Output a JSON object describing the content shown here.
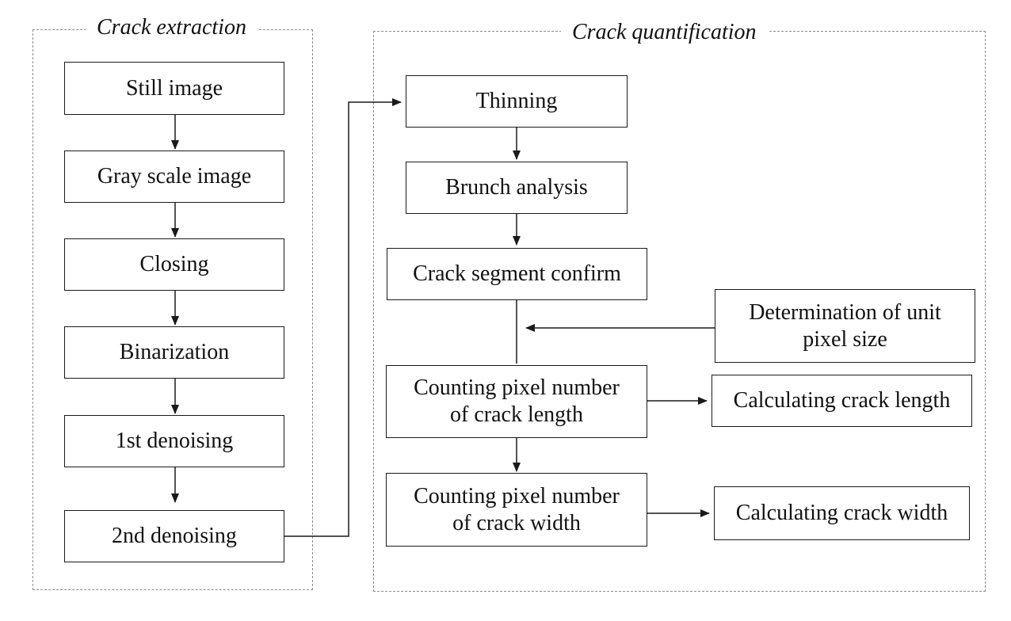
{
  "groups": {
    "extraction": {
      "title": "Crack extraction"
    },
    "quantification": {
      "title": "Crack quantification"
    }
  },
  "nodes": {
    "still_image": "Still image",
    "gray_scale_image": "Gray scale image",
    "closing": "Closing",
    "binarization": "Binarization",
    "first_denoising": "1st denoising",
    "second_denoising": "2nd denoising",
    "thinning": "Thinning",
    "brunch_analysis": "Brunch analysis",
    "crack_segment_confirm": "Crack segment confirm",
    "unit_pixel_size": {
      "line1": "Determination of unit",
      "line2": "pixel size"
    },
    "count_length": {
      "line1": "Counting pixel number",
      "line2": "of crack length"
    },
    "count_width": {
      "line1": "Counting pixel number",
      "line2": "of crack width"
    },
    "calc_length": "Calculating crack length",
    "calc_width": "Calculating crack width"
  },
  "edges": [
    [
      "still_image",
      "gray_scale_image"
    ],
    [
      "gray_scale_image",
      "closing"
    ],
    [
      "closing",
      "binarization"
    ],
    [
      "binarization",
      "first_denoising"
    ],
    [
      "first_denoising",
      "second_denoising"
    ],
    [
      "second_denoising",
      "thinning"
    ],
    [
      "thinning",
      "brunch_analysis"
    ],
    [
      "brunch_analysis",
      "crack_segment_confirm"
    ],
    [
      "crack_segment_confirm",
      "count_length"
    ],
    [
      "unit_pixel_size",
      "count_length"
    ],
    [
      "count_length",
      "calc_length"
    ],
    [
      "count_length",
      "count_width"
    ],
    [
      "count_width",
      "calc_width"
    ]
  ]
}
